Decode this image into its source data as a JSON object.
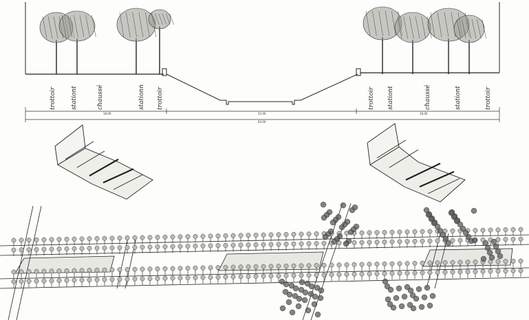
{
  "section": {
    "left_labels": [
      "trottoir",
      "stationt",
      "chaussé",
      "stationn",
      "trottoir"
    ],
    "right_labels": [
      "trottoir",
      "stationt",
      "chaussé",
      "stationt",
      "trottoir"
    ]
  },
  "dimensions": {
    "left_span": "18.00",
    "middle_span": "23.40",
    "right_span": "18.00",
    "total": "64.00"
  }
}
